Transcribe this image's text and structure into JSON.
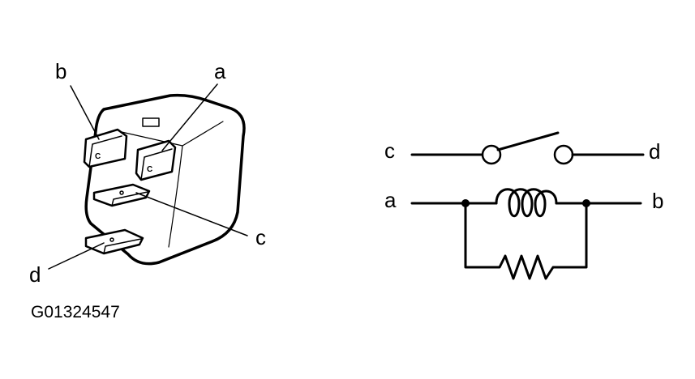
{
  "figure_code": "G01324547",
  "relay_drawing": {
    "callouts": {
      "a": "a",
      "b": "b",
      "c": "c",
      "d": "d"
    },
    "terminal_marks": {
      "a": "C",
      "b": "C"
    }
  },
  "schematic": {
    "labels": {
      "c": "c",
      "d": "d",
      "a": "a",
      "b": "b"
    }
  },
  "colors": {
    "line": "#000000",
    "background": "#ffffff"
  }
}
